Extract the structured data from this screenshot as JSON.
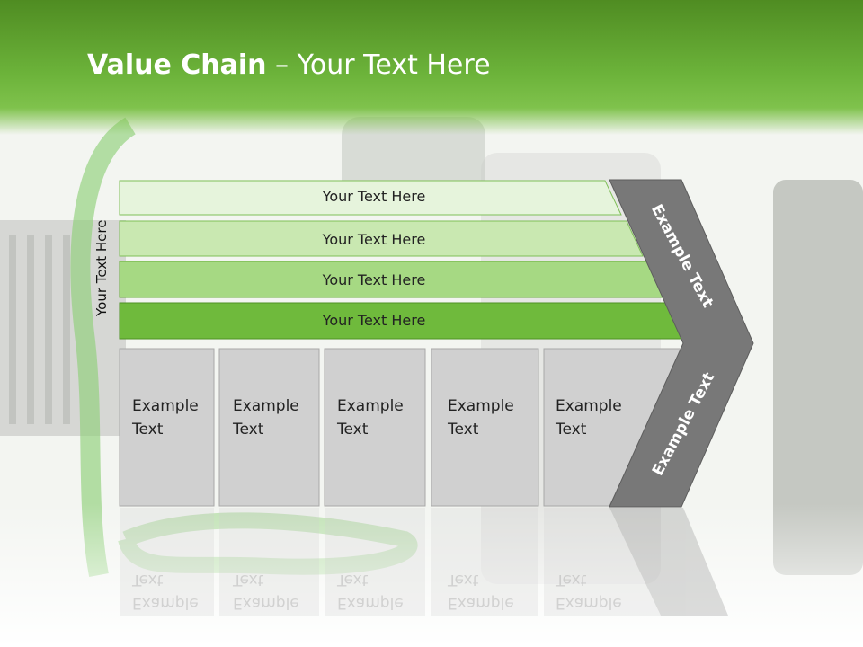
{
  "slide": {
    "title_bold": "Value Chain",
    "title_rest": " – Your Text Here",
    "vertical_label": "Your Text Here"
  },
  "bars": [
    "Your Text Here",
    "Your Text Here",
    "Your Text Here",
    "Your Text Here"
  ],
  "cells": [
    {
      "line1": "Example",
      "line2": "Text"
    },
    {
      "line1": "Example",
      "line2": "Text"
    },
    {
      "line1": "Example",
      "line2": "Text"
    },
    {
      "line1": "Example",
      "line2": "Text"
    },
    {
      "line1": "Example",
      "line2": "Text"
    }
  ],
  "chevron": {
    "upper": "Example Text",
    "lower": "Example Text"
  },
  "colors": {
    "header_green": "#5fa52f",
    "bar1": "#e6f4dc",
    "bar2": "#c9e8b1",
    "bar3": "#a6d983",
    "bar4": "#6fba3c",
    "cell_fill": "#d0d0d0",
    "chevron": "#787878"
  }
}
